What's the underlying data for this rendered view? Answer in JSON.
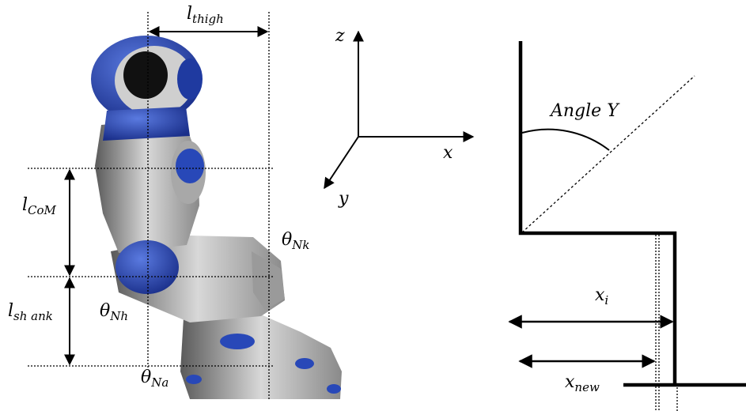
{
  "robot_labels": {
    "l_thigh": {
      "main": "l",
      "sub": "thigh"
    },
    "l_com": {
      "main": "l",
      "sub": "CoM"
    },
    "l_shank": {
      "main": "l",
      "sub": "sh ank"
    },
    "theta_nk": {
      "main": "θ",
      "sub": "Nk"
    },
    "theta_nh": {
      "main": "θ",
      "sub": "Nh"
    },
    "theta_na": {
      "main": "θ",
      "sub": "Na"
    }
  },
  "axes_labels": {
    "z": "z",
    "x": "x",
    "y": "y"
  },
  "angle_label": "Angle Y",
  "dimension_labels": {
    "x_i": {
      "main": "x",
      "sub": "i"
    },
    "x_new": {
      "main": "x",
      "sub": "new"
    }
  },
  "colors": {
    "robot_blue": "#2848b8",
    "robot_grey": "#b8b8b8",
    "line": "#000000"
  }
}
